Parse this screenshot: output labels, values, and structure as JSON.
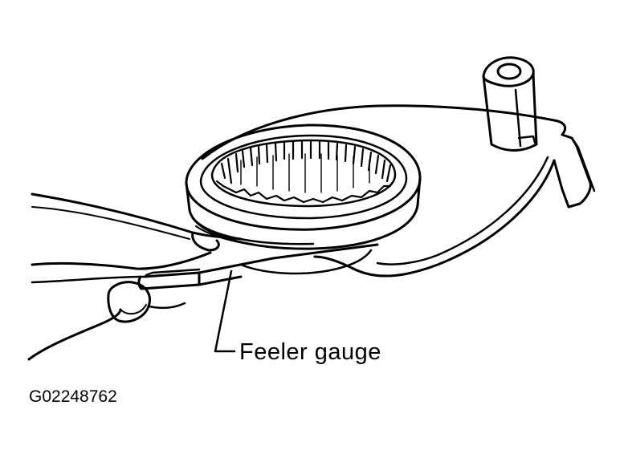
{
  "diagram": {
    "callouts": [
      {
        "id": "feeler-gauge",
        "text": "Feeler gauge"
      }
    ],
    "figure_id": "G02248762",
    "colors": {
      "ink": "#000000",
      "paper": "#ffffff"
    }
  }
}
